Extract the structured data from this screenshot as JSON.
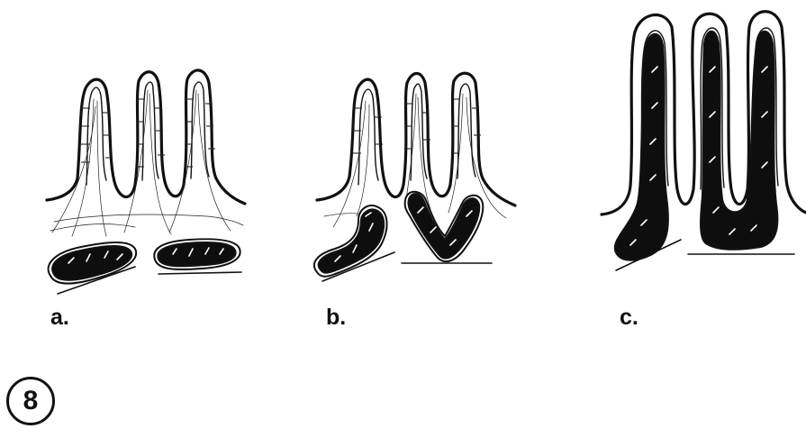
{
  "figure": {
    "number": "8",
    "panels": [
      {
        "id": "a",
        "label": "a."
      },
      {
        "id": "b",
        "label": "b."
      },
      {
        "id": "c",
        "label": "c."
      }
    ]
  },
  "colors": {
    "ink": "#111111",
    "fill": "#ffffff"
  }
}
